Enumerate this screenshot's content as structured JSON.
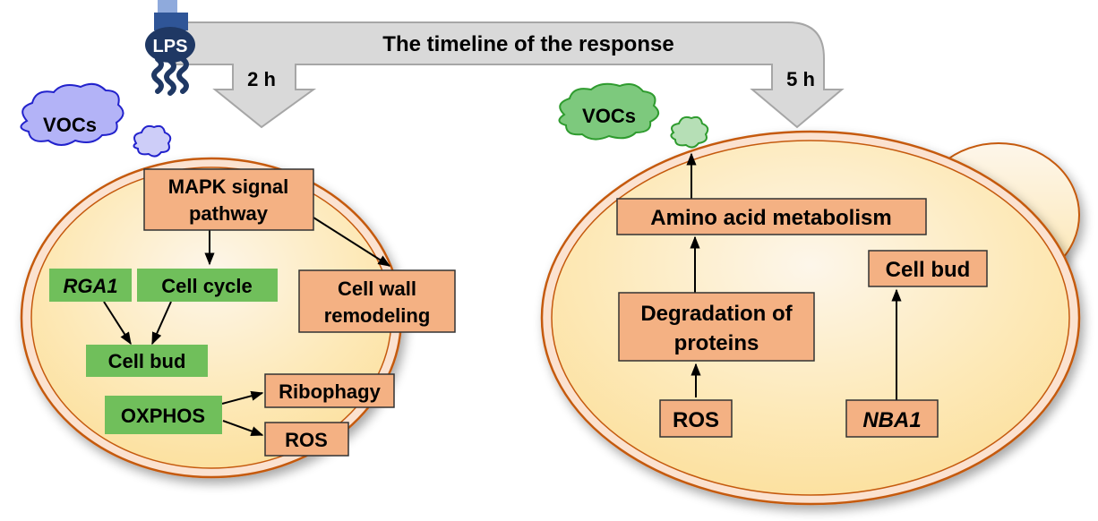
{
  "timeline": {
    "title": "The timeline of the response",
    "stimulus": "LPS",
    "time_points": [
      "2 h",
      "5 h"
    ]
  },
  "cell_2h": {
    "volatile_label": "VOCs",
    "volatile_color": "#b3b3f7",
    "nodes": {
      "mapk": [
        "MAPK signal",
        "pathway"
      ],
      "rga1": "RGA1",
      "cell_cycle": "Cell cycle",
      "cell_wall": [
        "Cell wall",
        "remodeling"
      ],
      "cell_bud": "Cell bud",
      "oxphos": "OXPHOS",
      "ribophagy": "Ribophagy",
      "ros": "ROS"
    },
    "edges": [
      [
        "MAPK signal pathway",
        "Cell cycle"
      ],
      [
        "MAPK signal pathway",
        "Cell wall remodeling"
      ],
      [
        "RGA1",
        "Cell bud"
      ],
      [
        "Cell cycle",
        "Cell bud"
      ],
      [
        "OXPHOS",
        "Ribophagy"
      ],
      [
        "OXPHOS",
        "ROS"
      ]
    ]
  },
  "cell_5h": {
    "volatile_label": "VOCs",
    "volatile_color": "#7dc97d",
    "nodes": {
      "amino": "Amino acid metabolism",
      "degradation": [
        "Degradation of",
        "proteins"
      ],
      "ros": "ROS",
      "cell_bud": "Cell bud",
      "nba1": "NBA1"
    },
    "edges": [
      [
        "ROS",
        "Degradation of proteins"
      ],
      [
        "Degradation of proteins",
        "Amino acid metabolism"
      ],
      [
        "Amino acid metabolism",
        "VOCs"
      ],
      [
        "NBA1",
        "Cell bud"
      ]
    ]
  },
  "colors": {
    "orange_box": "#f4b183",
    "green_box": "#70bf5b",
    "cell_membrane": "#c55a11",
    "timeline_arrow": "#d9d9d9",
    "lps": "#1f3864"
  }
}
